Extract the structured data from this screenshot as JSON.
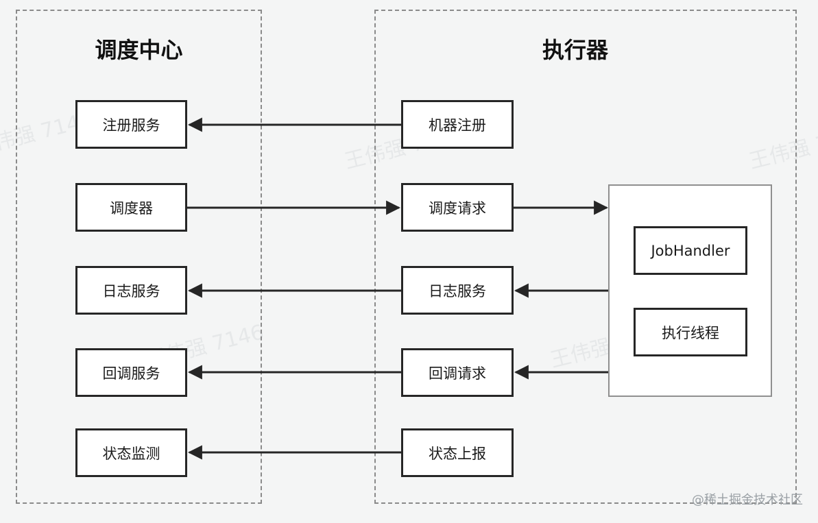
{
  "scheduler": {
    "title": "调度中心",
    "items": [
      "注册服务",
      "调度器",
      "日志服务",
      "回调服务",
      "状态监测"
    ]
  },
  "executor": {
    "title": "执行器",
    "items": [
      "机器注册",
      "调度请求",
      "日志服务",
      "回调请求",
      "状态上报"
    ],
    "handler": {
      "job_handler": "JobHandler",
      "exec_thread": "执行线程"
    }
  },
  "watermarks": [
    "王伟强 7146"
  ],
  "footer": "@稀土掘金技术社区"
}
